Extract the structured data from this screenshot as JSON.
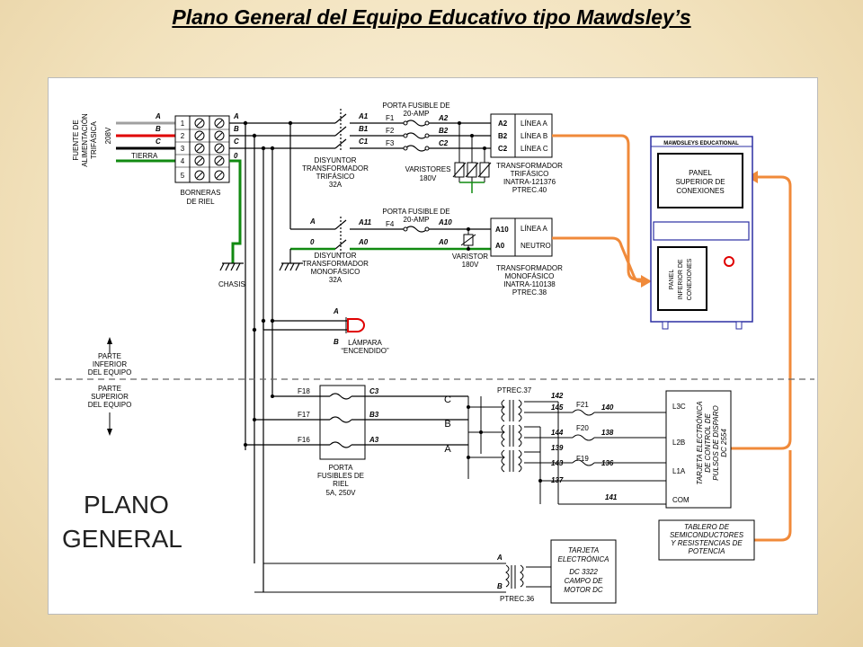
{
  "title": "Plano General del Equipo Educativo tipo Mawdsley’s",
  "source": {
    "l1": "FUENTE DE",
    "l2": "ALIMENTACIÓN",
    "l3": "TRIFÁSICA",
    "l4": "208V"
  },
  "phases": {
    "a": "A",
    "b": "B",
    "c": "C",
    "ground": "TIERRA",
    "zero": "0"
  },
  "terminal_numbers": [
    "1",
    "2",
    "3",
    "4",
    "5"
  ],
  "borneras": {
    "l1": "BORNERAS",
    "l2": "DE RIEL"
  },
  "chasis": "CHASIS",
  "tri_breaker": {
    "contacts": [
      "A1",
      "B1",
      "C1"
    ],
    "l1": "DISYUNTOR",
    "l2": "TRANSFORMADOR",
    "l3": "TRIFÁSICO",
    "l4": "32A"
  },
  "tri_fuse": {
    "l1": "PORTA FUSIBLE DE",
    "l2": "20-AMP",
    "names": [
      "F1",
      "F2",
      "F3"
    ],
    "outputs": [
      "A2",
      "B2",
      "C2"
    ]
  },
  "varistors_tri": {
    "l1": "VARISTORES",
    "l2": "180V"
  },
  "tri_transformer": {
    "terms": [
      "A2",
      "B2",
      "C2"
    ],
    "lines": [
      "LÍNEA A",
      "LÍNEA B",
      "LÍNEA C"
    ],
    "l1": "TRANSFORMADOR",
    "l2": "TRIFÁSICO",
    "l3": "INATRA-121376",
    "l4": "PTREC.40"
  },
  "mono_breaker": {
    "in_a": "A",
    "in_0": "0",
    "contact_a": "A11",
    "contact_0": "A0",
    "l1": "DISYUNTOR",
    "l2": "TRANSFORMADOR",
    "l3": "MONOFÁSICO",
    "l4": "32A"
  },
  "mono_fuse": {
    "l1": "PORTA FUSIBLE DE",
    "l2": "20-AMP",
    "name": "F4",
    "out_a": "A10",
    "out_0": "A0"
  },
  "varistor_mono": {
    "l1": "VARISTOR",
    "l2": "180V"
  },
  "mono_transformer": {
    "terms": [
      "A10",
      "A0"
    ],
    "lines": [
      "LÍNEA A",
      "NEUTRO"
    ],
    "l1": "TRANSFORMADOR",
    "l2": "MONOFÁSICO",
    "l3": "INATRA-110138",
    "l4": "PTREC.38"
  },
  "cabinet": {
    "brand": "MAWDSLEYS EDUCATIONAL",
    "upper_l1": "PANEL",
    "upper_l2": "SUPERIOR DE",
    "upper_l3": "CONEXIONES",
    "lower_l1": "PANEL",
    "lower_l2": "INFERIOR DE",
    "lower_l3": "CONEXIONES"
  },
  "lamp": {
    "a": "A",
    "b": "B",
    "l1": "LÁMPARA",
    "l2": "“ENCENDIDO”"
  },
  "zone": {
    "lower_l1": "PARTE",
    "lower_l2": "INFERIOR",
    "lower_l3": "DEL EQUIPO",
    "upper_l1": "PARTE",
    "upper_l2": "SUPERIOR",
    "upper_l3": "DEL EQUIPO"
  },
  "fuse_holder": {
    "inputs": [
      "F18",
      "F17",
      "F16"
    ],
    "outputs": [
      "C3",
      "B3",
      "A3"
    ],
    "l1": "PORTA",
    "l2": "FUSIBLES DE",
    "l3": "RIEL",
    "l4": "5A, 250V"
  },
  "bus": [
    "C",
    "B",
    "A"
  ],
  "ptrec37": {
    "label": "PTREC.37",
    "wires": [
      "142",
      "145",
      "144",
      "139",
      "143",
      "137",
      "140",
      "138",
      "136",
      "141"
    ],
    "fuses": [
      "F21",
      "F20",
      "F19"
    ]
  },
  "pulse_card": {
    "terms": [
      "L3C",
      "L2B",
      "L1A",
      "COM"
    ],
    "l1": "TARJETA ELECTRÓNICA",
    "l2": "DE CONTROL DE",
    "l3": "PULSOS DE DISPARO",
    "l4": "DC 2554"
  },
  "semis_board": {
    "l1": "TABLERO DE",
    "l2": "SEMICONDUCTORES",
    "l3": "Y RESISTENCIAS DE",
    "l4": "POTENCIA"
  },
  "motor_card": {
    "l1": "TARJETA",
    "l2": "ELECTRÓNICA",
    "l3": "DC 3322",
    "l4": "CAMPO DE",
    "l5": "MOTOR DC",
    "a": "A",
    "b": "B",
    "ptrec": "PTREC.36"
  },
  "plano": {
    "l1": "PLANO",
    "l2": "GENERAL"
  },
  "colors": {
    "phase_a": "#a0a0a0",
    "phase_b": "#e00000",
    "phase_c": "#000000",
    "ground": "#118a11",
    "orange": "#f08a3a",
    "cabinet_blue": "#2b2fa3"
  }
}
